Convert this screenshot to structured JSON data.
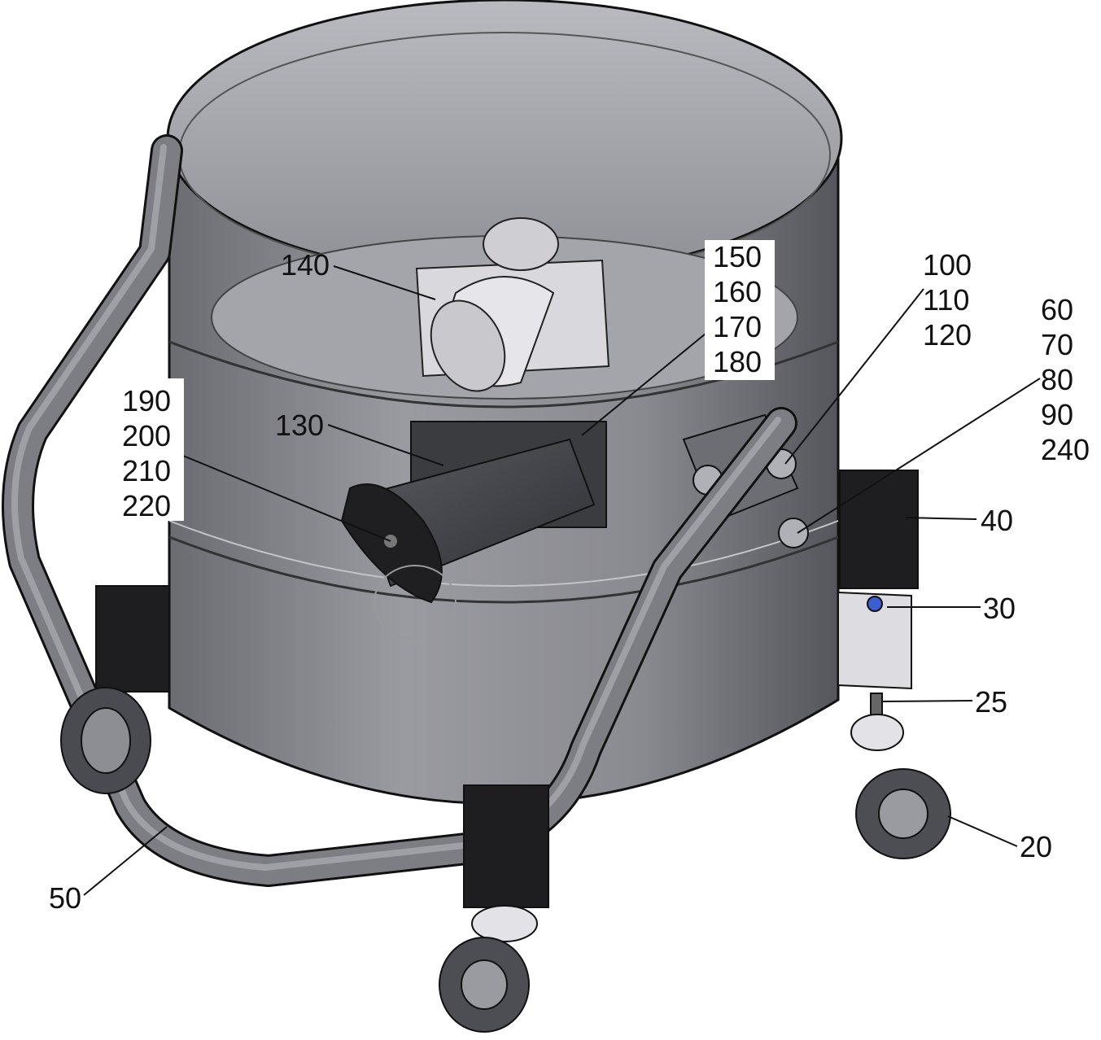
{
  "colors": {
    "drum": "#8e8f95",
    "drum_dark": "#5f6066",
    "drum_light": "#b4b5ba",
    "handle": "#77787d",
    "rubber": "#1e1e20",
    "outline": "#111111",
    "flange": "#d9d9dd",
    "background": "#ffffff"
  },
  "callouts": {
    "c140": [
      "140"
    ],
    "c150": [
      "150",
      "160",
      "170",
      "180"
    ],
    "c100": [
      "100",
      "110",
      "120"
    ],
    "c60": [
      "60",
      "70",
      "80",
      "90",
      "240"
    ],
    "c190": [
      "190",
      "200",
      "210",
      "220"
    ],
    "c130": [
      "130"
    ],
    "c40": [
      "40"
    ],
    "c30": [
      "30"
    ],
    "c25": [
      "25"
    ],
    "c20": [
      "20"
    ],
    "c50": [
      "50"
    ]
  },
  "icons": {
    "drum": "steel-drum-icon",
    "handle": "push-handle-icon",
    "castor": "castor-wheel-icon",
    "inlet": "inlet-pipe-icon"
  }
}
